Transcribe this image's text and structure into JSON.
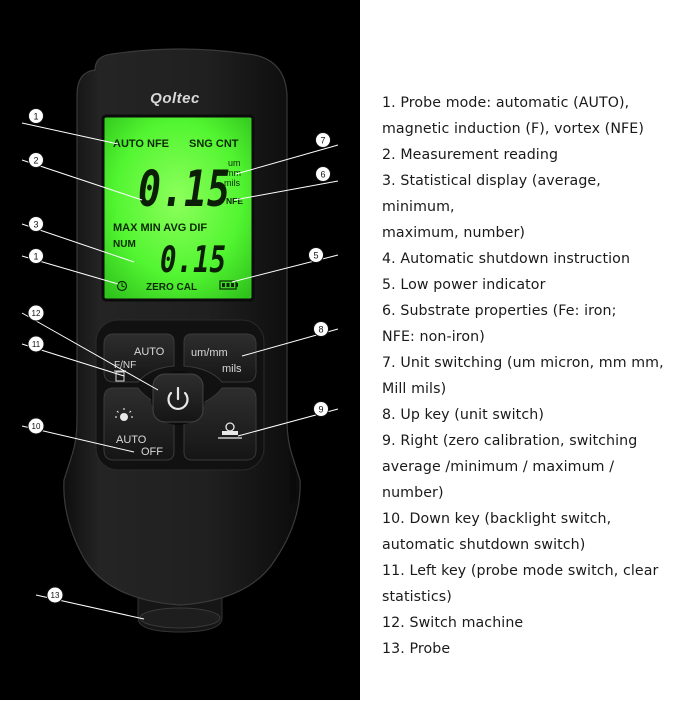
{
  "device": {
    "brand": "Qoltec",
    "lcd": {
      "top_left": "AUTO NFE",
      "top_right": "SNG CNT",
      "reading_main": "0.15",
      "units": [
        "um",
        "mm",
        "mils"
      ],
      "substrate": "NFE",
      "stats_line": "MAX MIN AVG DIF",
      "num": "NUM",
      "reading_stat": "0.15",
      "zero_cal": "ZERO CAL"
    },
    "keys": {
      "auto": "AUTO",
      "fnf": "F/NF",
      "unit_top": "um/mm",
      "unit_bottom": "mils",
      "auto_off_top": "AUTO",
      "auto_off_bottom": "OFF"
    }
  },
  "callouts": [
    "1",
    "2",
    "3",
    "1",
    "5",
    "6",
    "7",
    "8",
    "9",
    "10",
    "11",
    "12",
    "13"
  ],
  "legend": [
    "1. Probe mode: automatic (AUTO),",
    "magnetic induction (F), vortex (NFE)",
    "2. Measurement reading",
    "3. Statistical display (average, minimum,",
    "maximum, number)",
    "4. Automatic shutdown instruction",
    "5. Low power indicator",
    "6. Substrate properties (Fe: iron;",
    "NFE: non-iron)",
    "7. Unit switching (um micron, mm mm,",
    "Mill mils)",
    "8. Up key (unit switch)",
    "9. Right (zero calibration, switching",
    "average /minimum / maximum / number)",
    "10. Down key (backlight switch,",
    "automatic shutdown switch)",
    "11. Left key (probe mode switch, clear",
    "statistics)",
    "12. Switch machine",
    "13. Probe"
  ],
  "colors": {
    "panel": "#000000",
    "lcd": "#4cff2e",
    "body": "#1c1c1c",
    "text": "#1a1a1a"
  }
}
